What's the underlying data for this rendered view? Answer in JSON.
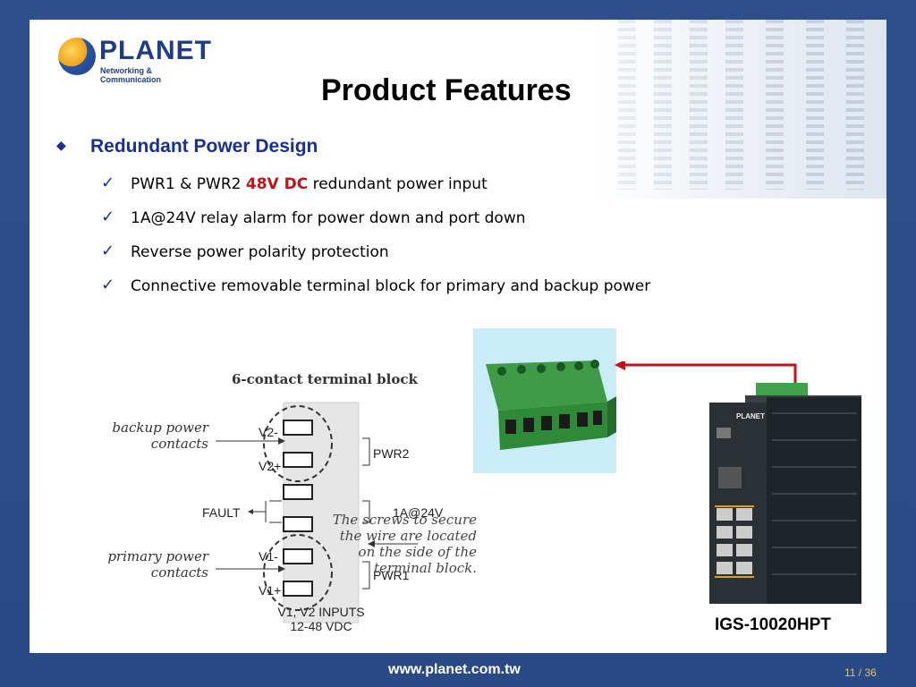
{
  "logo": {
    "name": "PLANET",
    "tagline": "Networking & Communication"
  },
  "title": "Product Features",
  "main_bullet": "Redundant Power Design",
  "sub_bullets": [
    {
      "before": "PWR1 & PWR2 ",
      "highlight": "48V DC",
      "after": " redundant power input"
    },
    {
      "before": "1A@24V relay alarm for power down and port down",
      "highlight": "",
      "after": ""
    },
    {
      "before": "Reverse power polarity protection",
      "highlight": "",
      "after": ""
    },
    {
      "before": "Connective removable terminal block for primary and backup power",
      "highlight": "",
      "after": ""
    }
  ],
  "diagram": {
    "heading": "6-contact terminal block",
    "backup_label_1": "backup power",
    "backup_label_2": "contacts",
    "primary_label_1": "primary power",
    "primary_label_2": "contacts",
    "v2_minus": "V2-",
    "v2_plus": "V2+",
    "fault": "FAULT",
    "v1_minus": "V1-",
    "v1_plus": "V1+",
    "pwr2": "PWR2",
    "relay": "1A@24V",
    "pwr1": "PWR1",
    "inputs_1": "V1, V2 INPUTS",
    "inputs_2": "12-48 VDC",
    "note_1": "The screws to secure",
    "note_2": "the wire are located",
    "note_3": "on the side of the",
    "note_4": "terminal block."
  },
  "switch_brand": "PLANET",
  "model": "IGS-10020HPT",
  "footer_url": "www.planet.com.tw",
  "page_number": "11 / 36",
  "colors": {
    "accent": "#1a2f8f",
    "highlight": "#c0121b",
    "arrow": "#c0121b",
    "frame": "#2f4f8a"
  }
}
